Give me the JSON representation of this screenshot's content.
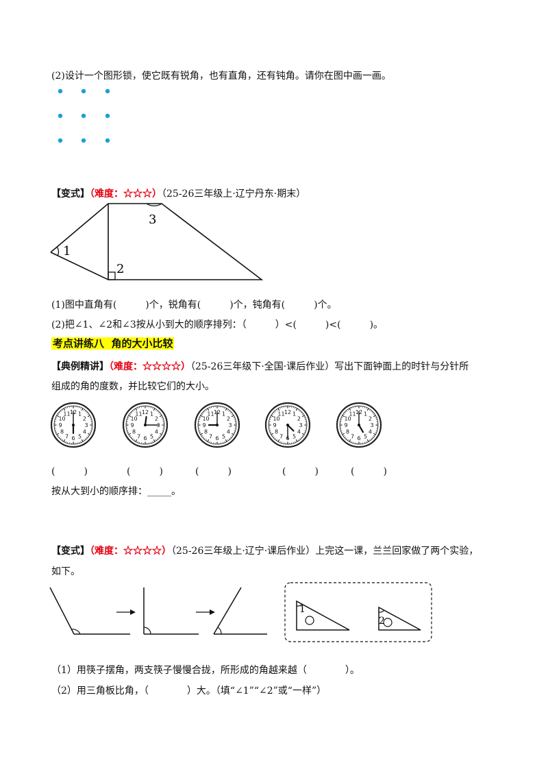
{
  "q2": {
    "text": "(2)设计一个图形锁，使它既有锐角，也有直角，还有钝角。请你在图中画一画。",
    "dot_color": "#1a9fd9",
    "dot_grid": {
      "rows": 3,
      "cols": 3
    }
  },
  "variant1": {
    "bracket_open": "【",
    "tag": "变式",
    "bracket_close": "】",
    "difficulty": "（难度：☆☆☆）",
    "source": "（25-26三年级上·辽宁丹东·期末）",
    "angle_labels": [
      "1",
      "2",
      "3"
    ],
    "q1": "(1)图中直角有(　　　)个，锐角有(　　　)个，钝角有(　　　)个。",
    "q2": "(2)把∠1、∠2和∠3按从小到大的顺序排列：（　　　）<(　　　)<(　　　)。"
  },
  "section": {
    "title": "考点讲练八  角的大小比较"
  },
  "example": {
    "bracket_open": "【",
    "tag": "典例精讲",
    "bracket_close": "】",
    "difficulty": "（难度：☆☆☆☆）",
    "source_and_question": "（25-26三年级下·全国·课后作业）写出下面钟面上的时针与分针所",
    "question_line2": "组成的角的度数，并比较它们的大小。",
    "clock_numbers": [
      "12",
      "1",
      "2",
      "3",
      "4",
      "5",
      "6",
      "7",
      "8",
      "9",
      "10",
      "11"
    ],
    "clocks": [
      {
        "hour": 6,
        "minute": 0
      },
      {
        "hour": 12,
        "minute": 15
      },
      {
        "hour": 9,
        "minute": 0
      },
      {
        "hour": 4,
        "minute": 30
      },
      {
        "hour": 5,
        "minute": 0
      }
    ],
    "answer_blanks": [
      "(　　　)",
      "(　　　)",
      "(　　　)",
      "(　　　)",
      "(　　　)"
    ],
    "order_text": "按从大到小的顺序排：_____。"
  },
  "variant2": {
    "bracket_open": "【",
    "tag": "变式",
    "bracket_close": "】",
    "difficulty": "（难度：☆☆☆☆）",
    "source_and_question": "（25-26三年级上·辽宁·课后作业）上完这一课，兰兰回家做了两个实验，",
    "question_line2": "如下。",
    "triangle_labels": [
      "1",
      "2"
    ],
    "q1": "（1）用筷子摆角，两支筷子慢慢合拢，所形成的角越来越（　　　　）。",
    "q2": "（2）用三角板比角，（　　　　）大。（填“∠1”“∠2”或“一样”）"
  }
}
